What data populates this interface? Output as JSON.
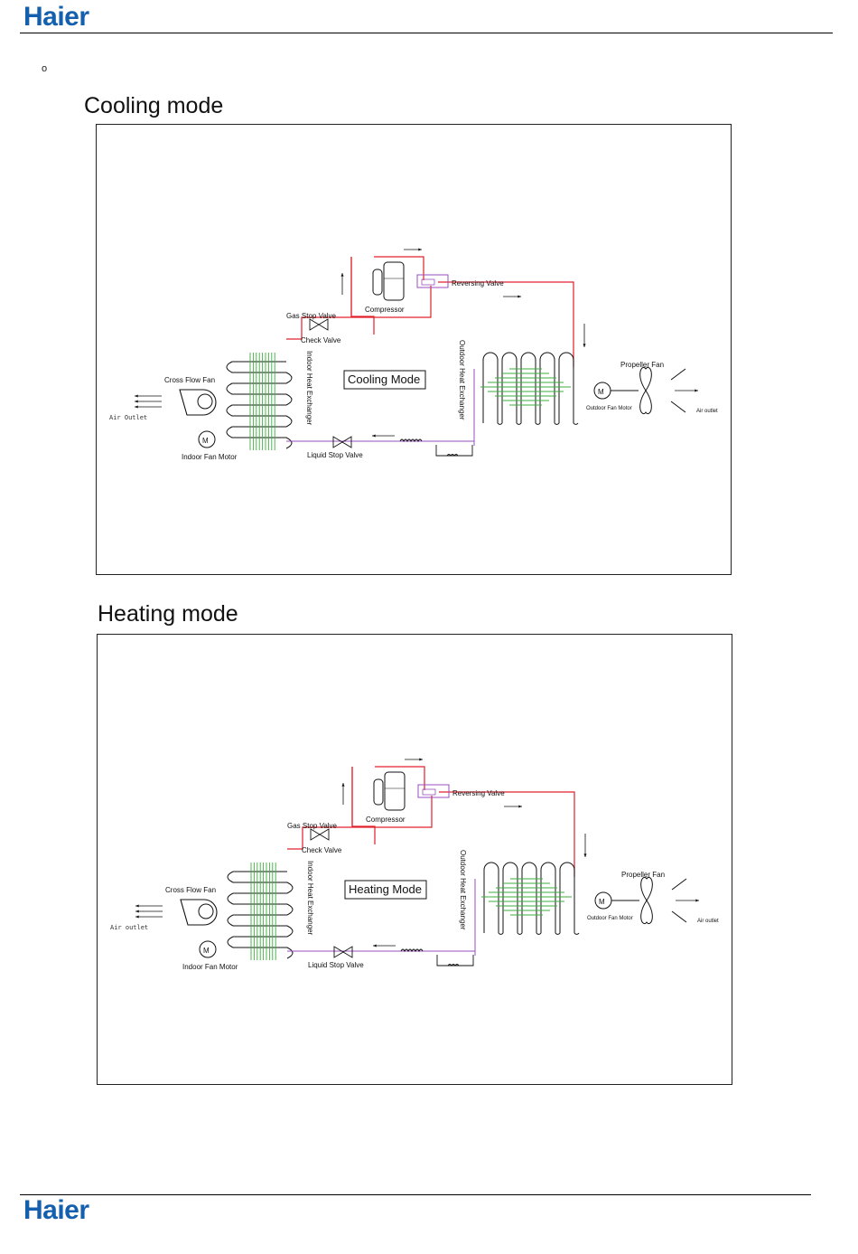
{
  "header": {
    "logo": "Haier"
  },
  "bullet": "o",
  "cooling": {
    "heading": "Cooling mode",
    "mode_label": "Cooling Mode",
    "labels": {
      "compressor": "Compressor",
      "reversing_valve": "Reversing Valve",
      "gas_stop_valve": "Gas Stop Valve",
      "check_valve": "Check Valve",
      "indoor_hx": "Indoor Heat Exchanger",
      "outdoor_hx": "Outdoor Heat Exchanger",
      "cross_flow_fan": "Cross Flow Fan",
      "air_outlet_left": "Air Outlet",
      "indoor_fan_motor": "Indoor Fan Motor",
      "liquid_stop_valve": "Liquid Stop Valve",
      "propeller_fan": "Propeller Fan",
      "outdoor_fan_motor": "Outdoor Fan Motor",
      "air_outlet_right": "Air outlet"
    }
  },
  "heating": {
    "heading": "Heating mode",
    "mode_label": "Heating Mode",
    "labels": {
      "compressor": "Compressor",
      "reversing_valve": "Reversing Valve",
      "gas_stop_valve": "Gas Stop Valve",
      "check_valve": "Check Valve",
      "indoor_hx": "Indoor Heat Exchanger",
      "outdoor_hx": "Outdoor Heat Exchanger",
      "cross_flow_fan": "Cross Flow Fan",
      "air_outlet_left": "Air outlet",
      "indoor_fan_motor": "Indoor Fan Motor",
      "liquid_stop_valve": "Liquid Stop Valve",
      "propeller_fan": "Propeller Fan",
      "outdoor_fan_motor": "Outdoor Fan Motor",
      "air_outlet_right": "Air outlet"
    }
  },
  "footer": {
    "logo": "Haier"
  },
  "colors": {
    "brand": "#1560ae",
    "hot_line": "#e0202a",
    "cold_line": "#9a4fbf",
    "fin": "#3fae3f"
  }
}
